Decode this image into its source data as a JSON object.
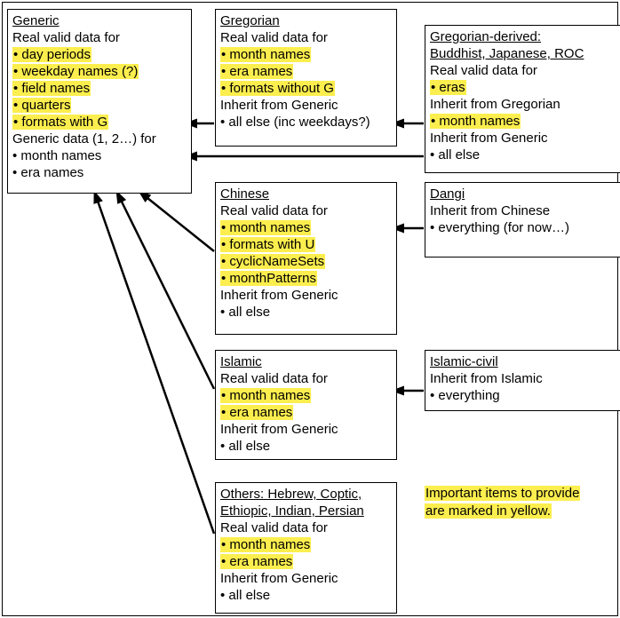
{
  "colors": {
    "highlight": "#fcee4e",
    "box_border": "#000000",
    "arrow": "#000000",
    "background": "#ffffff"
  },
  "boxes": {
    "generic": {
      "lines": [
        {
          "text": "Generic",
          "underline": true
        },
        {
          "text": "Real valid data for"
        },
        {
          "text": "• day periods",
          "highlight": true
        },
        {
          "text": "• weekday names (?)",
          "highlight": true
        },
        {
          "text": "• field names",
          "highlight": true
        },
        {
          "text": "• quarters",
          "highlight": true
        },
        {
          "text": "• formats with G",
          "highlight": true
        },
        {
          "text": "Generic data (1, 2…) for"
        },
        {
          "text": "• month names"
        },
        {
          "text": "• era names"
        }
      ]
    },
    "gregorian": {
      "lines": [
        {
          "text": "Gregorian",
          "underline": true
        },
        {
          "text": "Real valid data for"
        },
        {
          "text": "• month names",
          "highlight": true
        },
        {
          "text": "• era names",
          "highlight": true
        },
        {
          "text": "• formats without G",
          "highlight": true
        },
        {
          "text": "Inherit from Generic"
        },
        {
          "text": "• all else (inc weekdays?)"
        }
      ]
    },
    "gregorian_derived": {
      "lines": [
        {
          "text": "Gregorian-derived:",
          "underline": true
        },
        {
          "text": "Buddhist, Japanese, ROC",
          "underline": true
        },
        {
          "text": "Real valid data for"
        },
        {
          "text": "• eras",
          "highlight": true
        },
        {
          "text": "Inherit from Gregorian"
        },
        {
          "text": "• month names",
          "highlight": true
        },
        {
          "text": "Inherit from Generic"
        },
        {
          "text": "• all else"
        }
      ]
    },
    "chinese": {
      "lines": [
        {
          "text": "Chinese",
          "underline": true
        },
        {
          "text": "Real valid data for"
        },
        {
          "text": "• month names",
          "highlight": true
        },
        {
          "text": "• formats with U",
          "highlight": true
        },
        {
          "text": "• cyclicNameSets",
          "highlight": true
        },
        {
          "text": "• monthPatterns",
          "highlight": true
        },
        {
          "text": "Inherit from Generic"
        },
        {
          "text": "• all else"
        }
      ]
    },
    "dangi": {
      "lines": [
        {
          "text": "Dangi",
          "underline": true
        },
        {
          "text": "Inherit from Chinese"
        },
        {
          "text": "• everything (for now…)"
        }
      ]
    },
    "islamic": {
      "lines": [
        {
          "text": "Islamic",
          "underline": true
        },
        {
          "text": "Real valid data for"
        },
        {
          "text": "• month names",
          "highlight": true
        },
        {
          "text": "• era names",
          "highlight": true
        },
        {
          "text": "Inherit from Generic"
        },
        {
          "text": "• all else"
        }
      ]
    },
    "islamic_civil": {
      "lines": [
        {
          "text": "Islamic-civil",
          "underline": true
        },
        {
          "text": "Inherit from Islamic"
        },
        {
          "text": "• everything"
        }
      ]
    },
    "others": {
      "lines": [
        {
          "text": "Others: Hebrew, Coptic,",
          "underline": true
        },
        {
          "text": "Ethiopic, Indian, Persian",
          "underline": true
        },
        {
          "text": "Real valid data for"
        },
        {
          "text": "• month names",
          "highlight": true
        },
        {
          "text": "• era names",
          "highlight": true
        },
        {
          "text": "Inherit from Generic"
        },
        {
          "text": "• all else"
        }
      ]
    },
    "note": {
      "lines": [
        {
          "text": "Important items to provide",
          "highlight": true
        },
        {
          "text": "are marked in yellow.",
          "highlight": true
        }
      ]
    }
  },
  "arrows": [
    {
      "name": "gregorian-to-generic",
      "from": "Gregorian",
      "to": "Generic"
    },
    {
      "name": "gregorian-derived-to-gregorian",
      "from": "Gregorian-derived",
      "to": "Gregorian"
    },
    {
      "name": "gregorian-derived-to-generic",
      "from": "Gregorian-derived",
      "to": "Generic"
    },
    {
      "name": "dangi-to-chinese",
      "from": "Dangi",
      "to": "Chinese"
    },
    {
      "name": "chinese-to-generic",
      "from": "Chinese",
      "to": "Generic"
    },
    {
      "name": "islamic-civil-to-islamic",
      "from": "Islamic-civil",
      "to": "Islamic"
    },
    {
      "name": "islamic-to-generic",
      "from": "Islamic",
      "to": "Generic"
    },
    {
      "name": "others-to-generic",
      "from": "Others",
      "to": "Generic"
    }
  ]
}
